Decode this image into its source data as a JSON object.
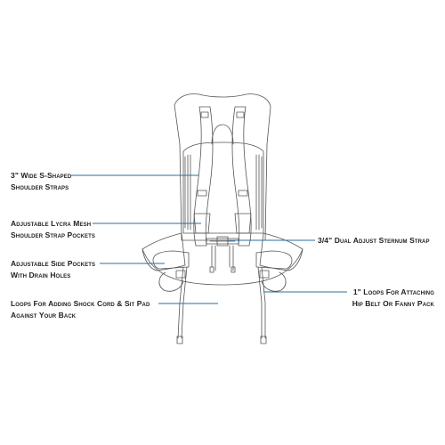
{
  "colors": {
    "outline": "#555555",
    "leader": "#2a6f9b",
    "text": "#222222"
  },
  "callouts": [
    {
      "id": "shoulder-straps",
      "lines": [
        "3\" Wide S-Shaped",
        "Shoulder Straps"
      ]
    },
    {
      "id": "mesh-pockets",
      "lines": [
        "Adjustable Lycra Mesh",
        "Shoulder Strap Pockets"
      ]
    },
    {
      "id": "side-pockets",
      "lines": [
        "Adjustable Side Pockets",
        "With Drain Holes"
      ]
    },
    {
      "id": "shock-cord-loops",
      "lines": [
        "Loops For Adding Shock Cord & Sit Pad",
        "Against Your Back"
      ]
    },
    {
      "id": "sternum-strap",
      "lines": [
        "3/4\" Dual Adjust Sternum Strap"
      ]
    },
    {
      "id": "hip-belt-loops",
      "lines": [
        "1\" Loops For Attaching",
        "Hip Belt Or Fanny Pack"
      ]
    }
  ]
}
